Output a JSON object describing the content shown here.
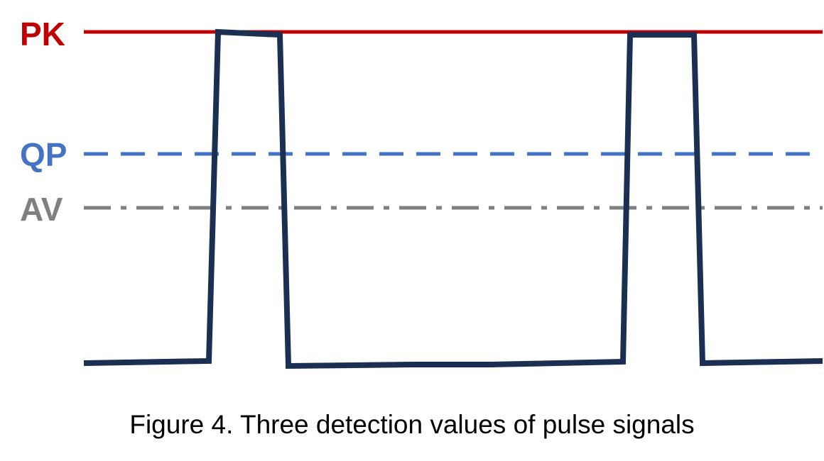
{
  "levels": {
    "pk": {
      "label": "PK",
      "color": "#c00000"
    },
    "qp": {
      "label": "QP",
      "color": "#4472c4"
    },
    "av": {
      "label": "AV",
      "color": "#808080"
    }
  },
  "signal": {
    "color": "#1b2f52"
  },
  "caption": "Figure 4. Three detection values of pulse signals"
}
